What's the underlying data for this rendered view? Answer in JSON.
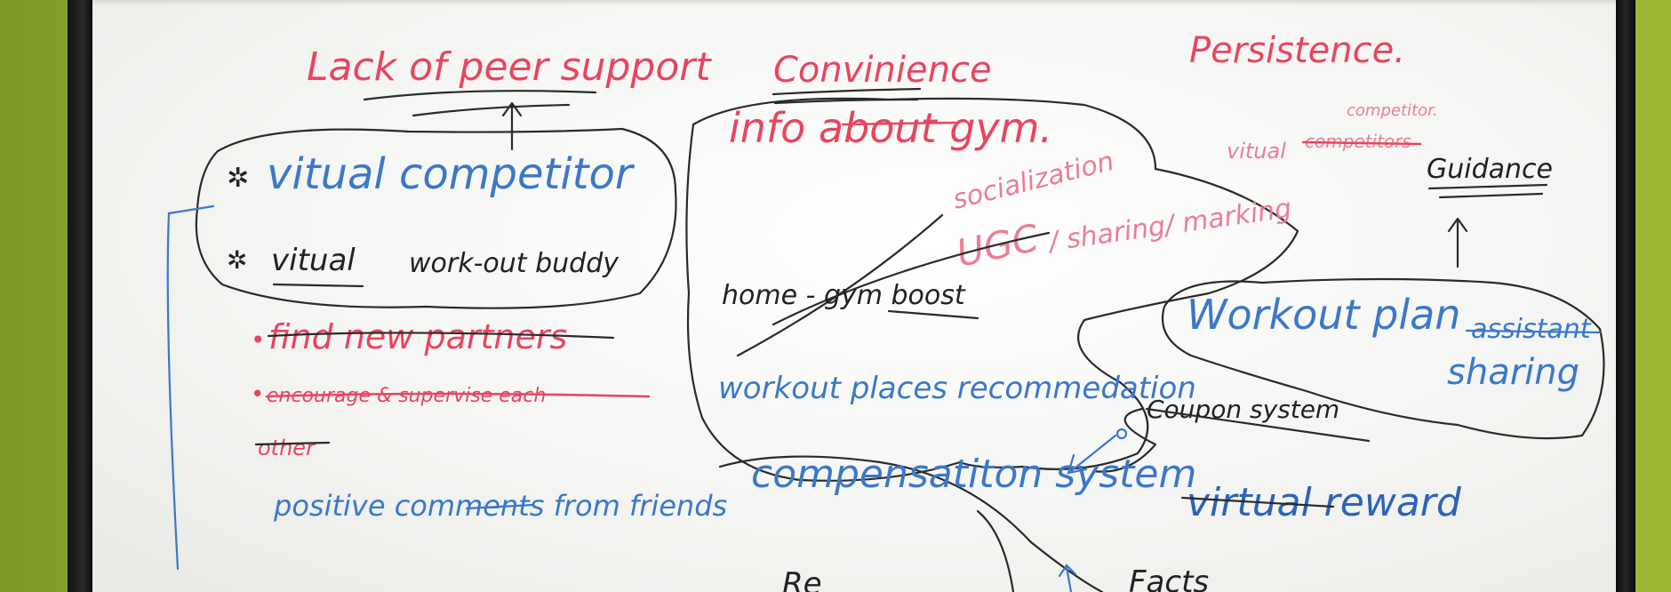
{
  "headers": {
    "lack_of_peer_support": "Lack of peer support",
    "convinience": "Convinience",
    "persistence": "Persistence."
  },
  "left_cluster": {
    "virtual_competitor": "vitual competitor",
    "virtual_buddy_a": "vitual",
    "virtual_buddy_b": "work-out buddy",
    "find_partners": "find new partners",
    "encourage": "encourage & supervise each",
    "other": "other",
    "positive_comments": "positive comments from friends"
  },
  "middle_cluster": {
    "info_about_gym": "info about gym.",
    "socialization": "socialization",
    "ugc": "UGC",
    "sharing_marking": "/ sharing/ marking",
    "home_gym_boost": "home - gym boost",
    "workout_places": "workout places recommedation",
    "coupon_system": "Coupon system",
    "compensation_system": "compensatiton system",
    "virtual_reward": "virtual reward",
    "facts": "Facts",
    "partial_re": "Re"
  },
  "right_cluster": {
    "competitor_small": "competitor.",
    "virtual_small": "vitual",
    "competitor_struck": "competitors",
    "guidance": "Guidance",
    "workout_plan": "Workout plan",
    "assistant_struck": "assistant",
    "sharing": "sharing"
  },
  "colors": {
    "red_marker": "#e8455f",
    "pink_marker": "#ea7f93",
    "blue_marker": "#3a78c9",
    "black_marker": "#222222",
    "wall": "#9bb53a",
    "frame": "#111111",
    "board": "#ffffff"
  }
}
